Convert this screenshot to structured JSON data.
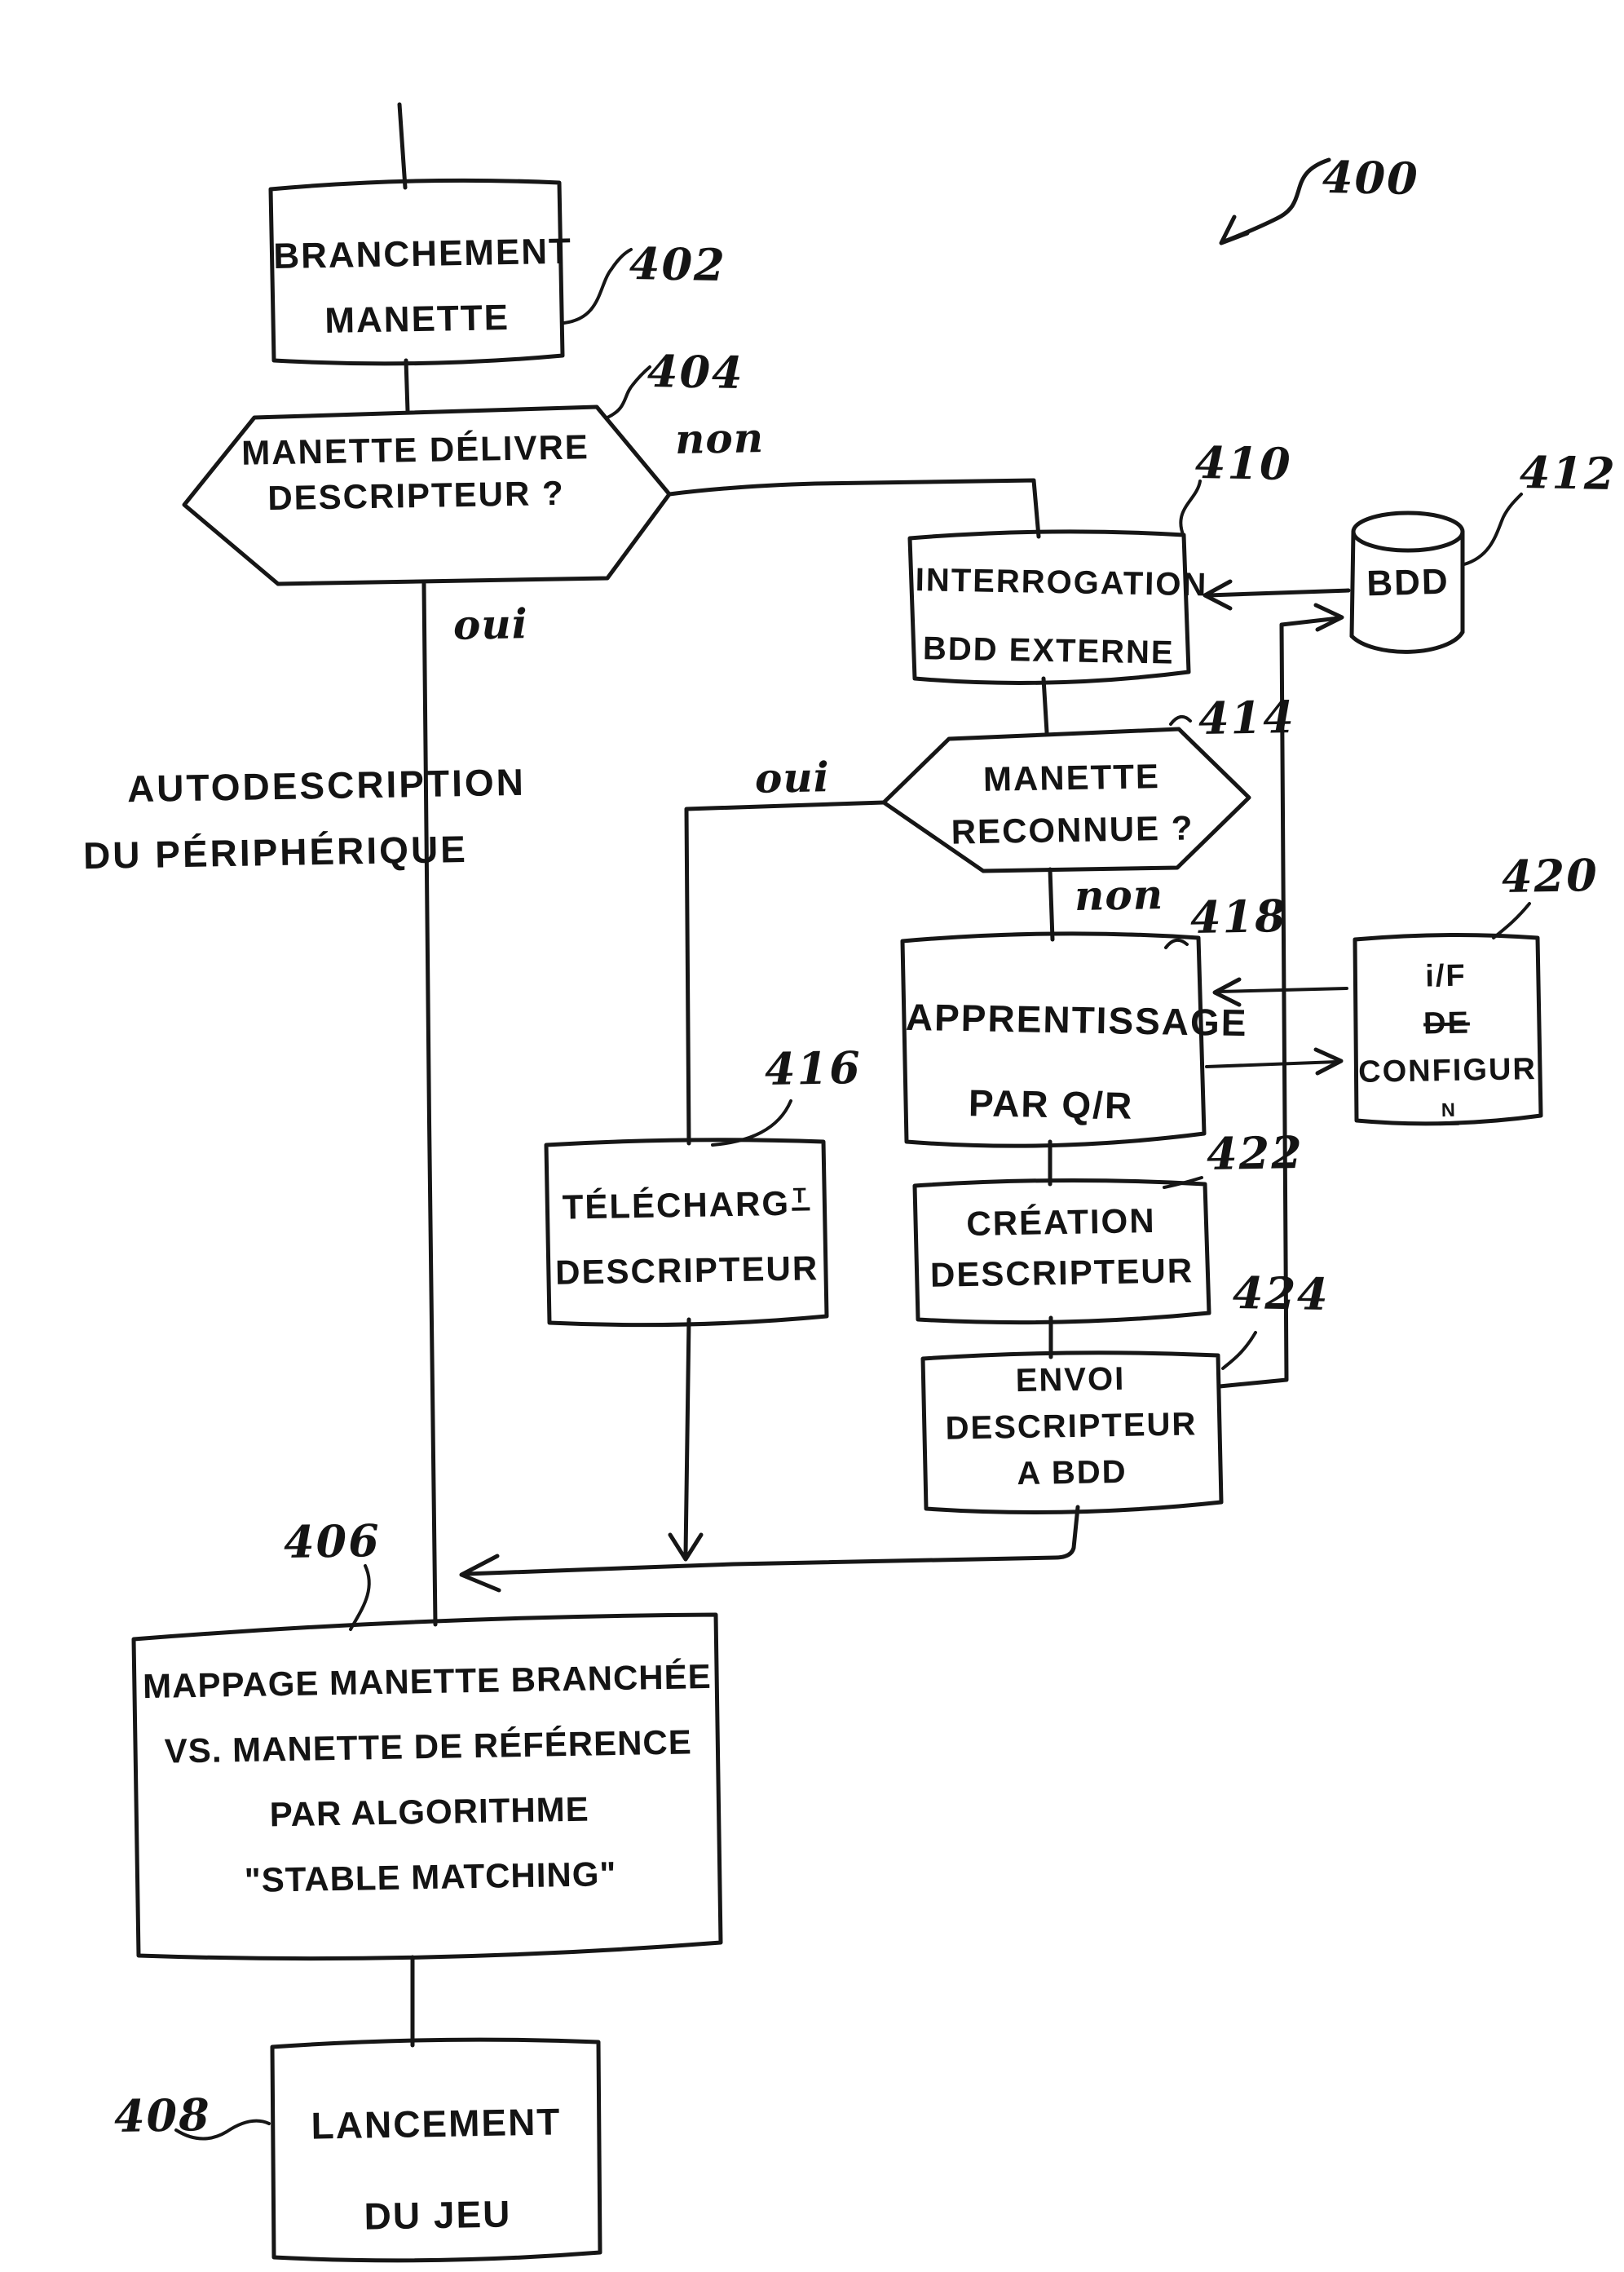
{
  "figure": {
    "ref_label": "400",
    "ink_color": "#161616",
    "paper_color": "#ffffff",
    "nodes": {
      "n402": {
        "id": "402",
        "lines": [
          "BRANCHEMENT",
          "MANETTE"
        ]
      },
      "n404": {
        "id": "404",
        "lines": [
          "MANETTE DÉLIVRE",
          "DESCRIPTEUR ?"
        ],
        "yes": "oui",
        "no": "non"
      },
      "n410": {
        "id": "410",
        "lines": [
          "INTERROGATION",
          "BDD EXTERNE"
        ]
      },
      "n412": {
        "id": "412",
        "label": "BDD"
      },
      "n414": {
        "id": "414",
        "lines": [
          "MANETTE",
          "RECONNUE ?"
        ],
        "yes": "oui",
        "no": "non"
      },
      "n416": {
        "id": "416",
        "line1_main": "TÉLÉCHARG",
        "line1_sup": "T",
        "line2": "DESCRIPTEUR"
      },
      "n418": {
        "id": "418",
        "lines": [
          "APPRENTISSAGE",
          "PAR Q/R"
        ]
      },
      "n420": {
        "id": "420",
        "line1": "i/F",
        "line2": "DE",
        "line3_main": "CONFIGUR",
        "line3_sup": "N"
      },
      "n422": {
        "id": "422",
        "lines": [
          "CRÉATION",
          "DESCRIPTEUR"
        ]
      },
      "n424": {
        "id": "424",
        "lines": [
          "ENVOI",
          "DESCRIPTEUR",
          "A BDD"
        ]
      },
      "n406": {
        "id": "406",
        "lines": [
          "MAPPAGE MANETTE BRANCHÉE",
          "VS. MANETTE DE RÉFÉRENCE",
          "PAR ALGORITHME",
          "\"STABLE MATCHING\""
        ]
      },
      "n408": {
        "id": "408",
        "lines": [
          "LANCEMENT",
          "DU JEU"
        ]
      }
    },
    "annotations": {
      "autodescription": {
        "line1": "AUTODESCRIPTION",
        "line2": "DU PÉRIPHÉRIQUE"
      }
    }
  }
}
